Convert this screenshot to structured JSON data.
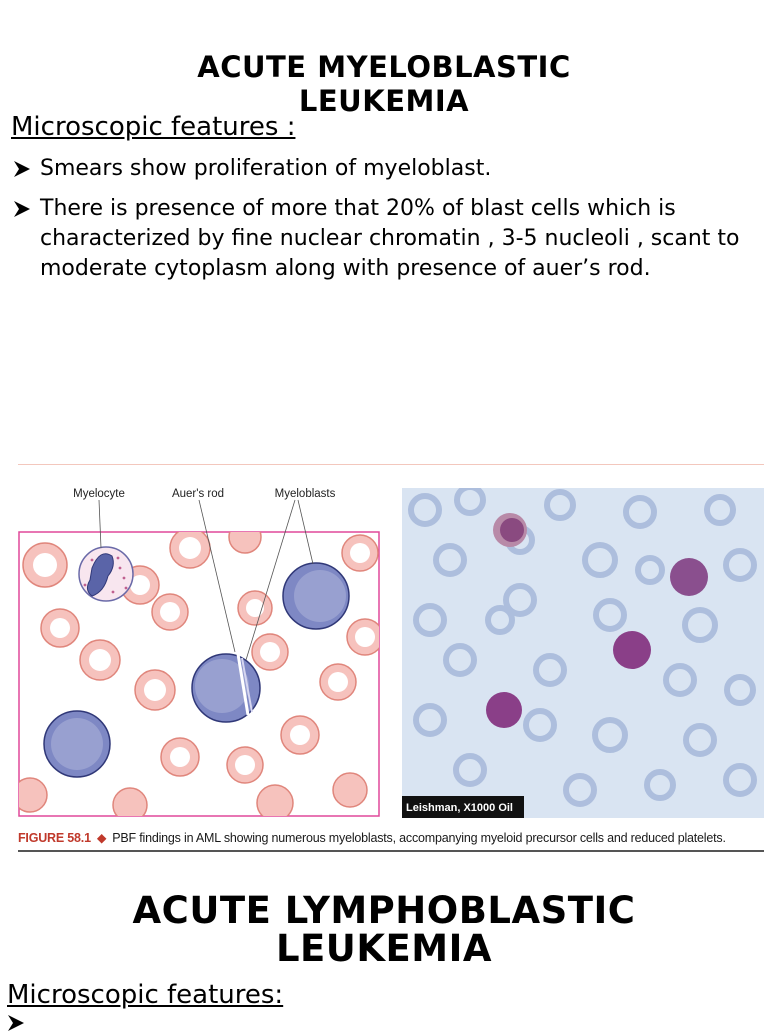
{
  "aml": {
    "title_line1": "ACUTE MYELOBLASTIC",
    "title_line2": "LEUKEMIA",
    "subheading": "Microscopic features : ",
    "bullets": [
      "Smears show proliferation of myeloblast.",
      "There is presence of more that 20% of blast cells which is characterized by fine nuclear chromatin , 3-5 nucleoli , scant to moderate cytoplasm along with presence of auer’s rod."
    ]
  },
  "figure": {
    "labels": {
      "myelocyte": "Myelocyte",
      "auer_rod": "Auer's rod",
      "myeloblasts": "Myeloblasts"
    },
    "stain": "Leishman, X1000 Oil",
    "caption_label": "FIGURE 58.1",
    "caption_text": "PBF findings in AML showing numerous myeloblasts, accompanying myeloid precursor cells and reduced platelets."
  },
  "all": {
    "title_line1": "ACUTE LYMPHOBLASTIC",
    "title_line2": "LEUKEMIA",
    "subheading": "Microscopic features:"
  },
  "icons": {
    "bullet": "arrow-bullet-icon",
    "caption_diamond": "diamond-icon"
  },
  "colors": {
    "caption_label": "#c0392b",
    "rbc": "#f6c2bd",
    "blast": "#5a64a8",
    "smear_bg": "#d9e4f2"
  }
}
